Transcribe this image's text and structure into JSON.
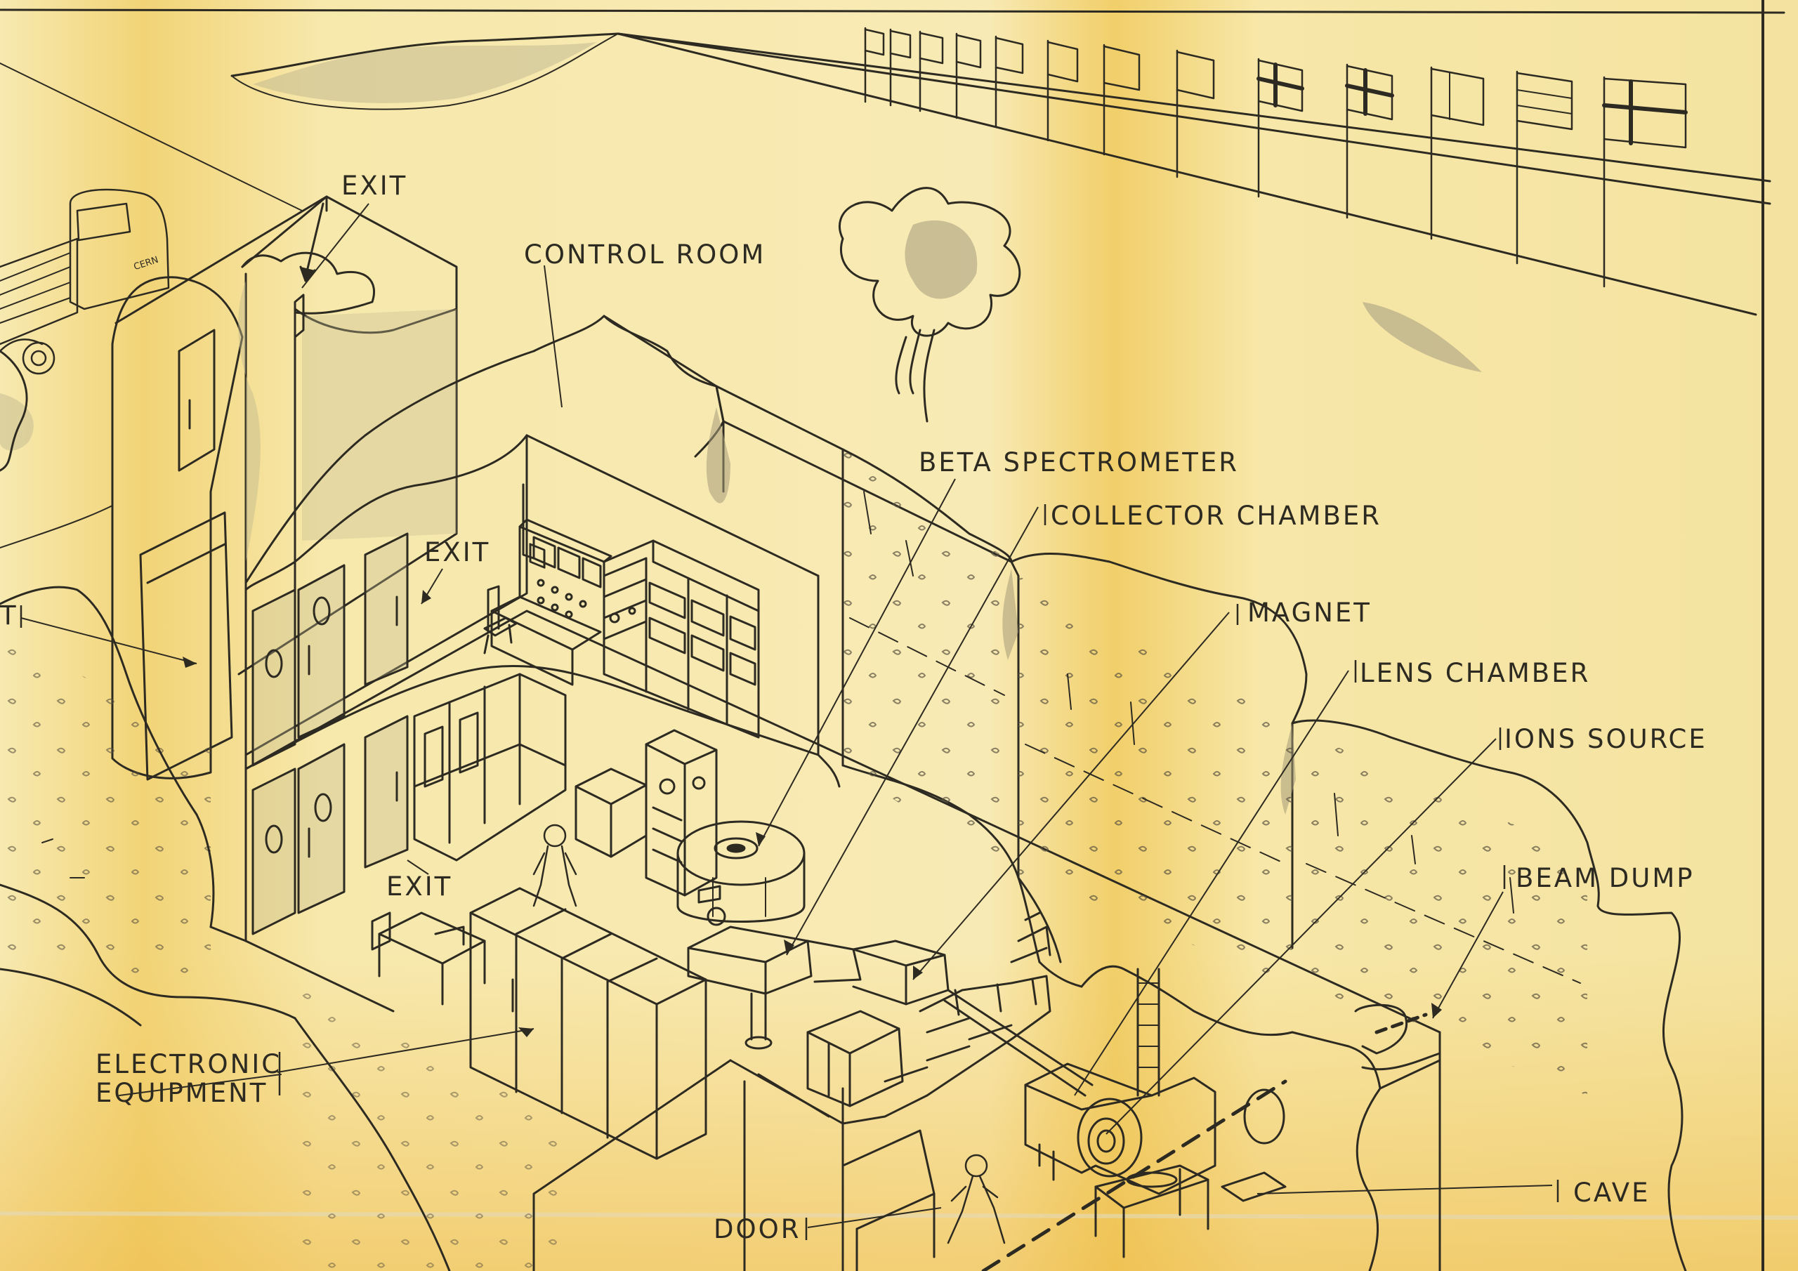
{
  "labels": {
    "exit_top": "EXIT",
    "control_room": "CONTROL ROOM",
    "beta_spectrometer": "BETA SPECTROMETER",
    "collector_chamber": "COLLECTOR CHAMBER",
    "magnet": "MAGNET",
    "lens_chamber": "LENS CHAMBER",
    "ions_source": "IONS SOURCE",
    "beam_dump": "BEAM DUMP",
    "exit_mid": "EXIT",
    "exit_low": "EXIT",
    "exit_left_partial": "T",
    "electronic_line1": "ELECTRONIC",
    "electronic_line2": "EQUIPMENT",
    "door": "DOOR",
    "cave": "CAVE"
  },
  "truck_lettering": "CERN",
  "colors": {
    "paper": "#f6e7a8",
    "paper_dark": "#f0c55a",
    "ink": "#2d2a22",
    "shade": "#b9ae8c"
  }
}
